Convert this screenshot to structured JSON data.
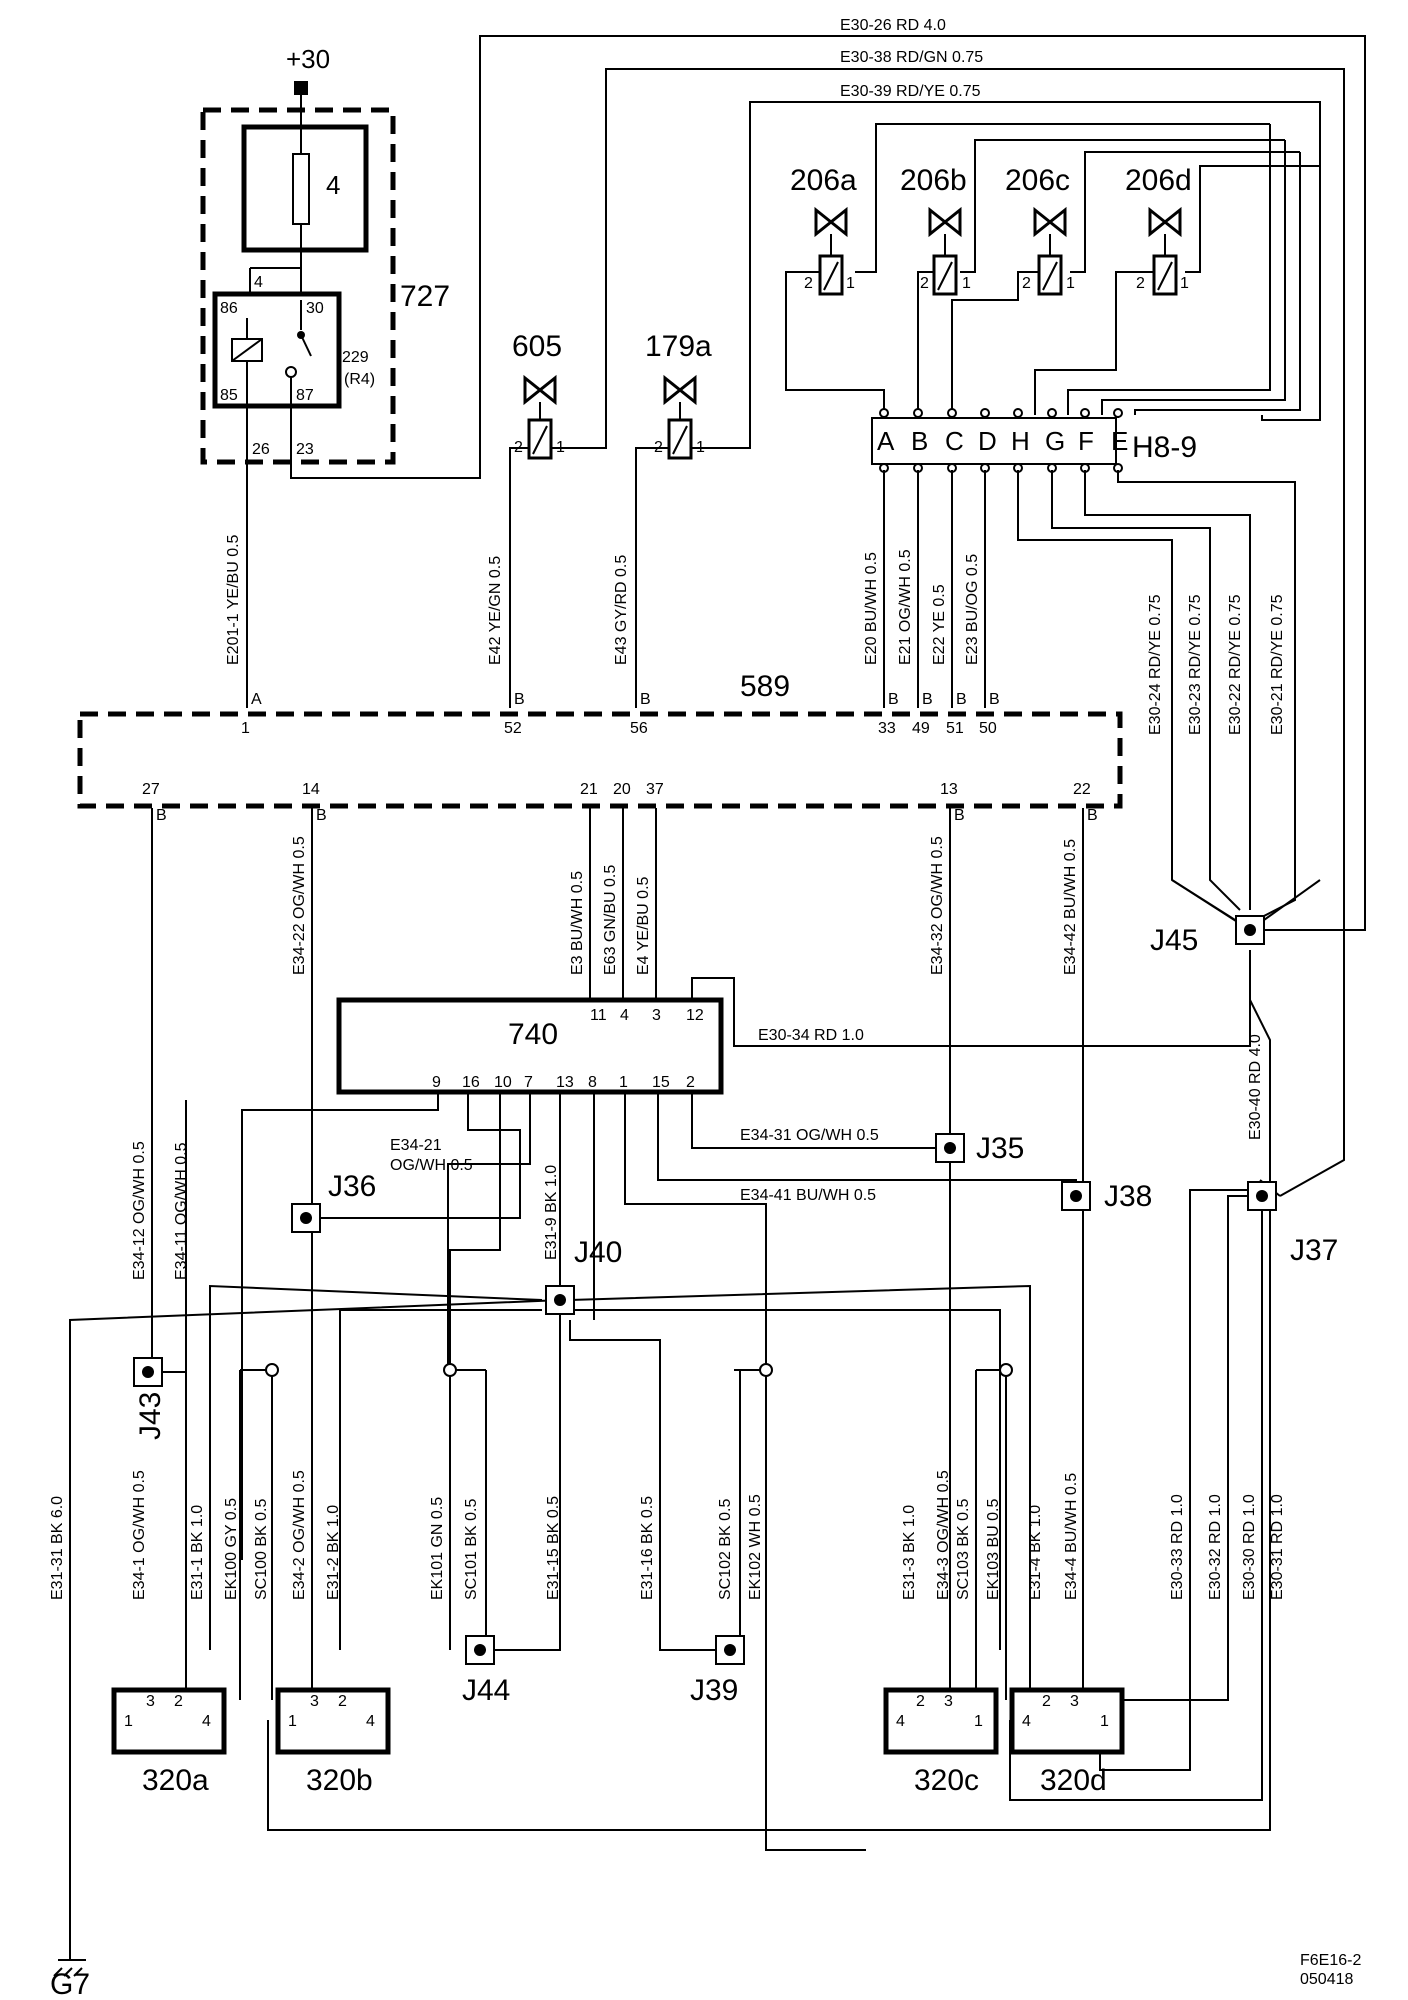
{
  "supply": {
    "label": "+30"
  },
  "ground": {
    "label": "G7"
  },
  "relay_box": {
    "id": "727",
    "fuse": "4",
    "relay": "229",
    "relay_ref": "(R4)",
    "pins": {
      "p4": "4",
      "p86": "86",
      "p30": "30",
      "p85": "85",
      "p87": "87",
      "p26": "26",
      "p23": "23"
    }
  },
  "valves_top": [
    "206a",
    "206b",
    "206c",
    "206d"
  ],
  "valve_605": "605",
  "valve_179a": "179a",
  "valve_pin1": "1",
  "valve_pin2": "2",
  "connector_h89": {
    "label": "H8-9",
    "pins": [
      "A",
      "B",
      "C",
      "D",
      "H",
      "G",
      "F",
      "E"
    ]
  },
  "ecu589": {
    "label": "589",
    "top_pins": [
      {
        "n": "1",
        "c": "A"
      },
      {
        "n": "52",
        "c": "B"
      },
      {
        "n": "56",
        "c": "B"
      },
      {
        "n": "33",
        "c": "B"
      },
      {
        "n": "49",
        "c": "B"
      },
      {
        "n": "51",
        "c": "B"
      },
      {
        "n": "50",
        "c": "B"
      }
    ],
    "bottom_pins": [
      {
        "n": "27",
        "c": "B"
      },
      {
        "n": "14",
        "c": "B"
      },
      {
        "n": "21",
        "c": ""
      },
      {
        "n": "20",
        "c": ""
      },
      {
        "n": "37",
        "c": ""
      },
      {
        "n": "13",
        "c": "B"
      },
      {
        "n": "22",
        "c": "B"
      }
    ]
  },
  "ecu740": {
    "label": "740",
    "top_pins": [
      "11",
      "4",
      "3",
      "12"
    ],
    "bottom_pins": [
      "9",
      "16",
      "10",
      "7",
      "13",
      "8",
      "1",
      "15",
      "2"
    ]
  },
  "top_wires": [
    "E30-26  RD  4.0",
    "E30-38  RD/GN  0.75",
    "E30-39  RD/YE  0.75"
  ],
  "vertical_wires_upper": [
    "E201-1  YE/BU  0.5",
    "E42  YE/GN  0.5",
    "E43  GY/RD  0.5",
    "E20  BU/WH  0.5",
    "E21  OG/WH  0.5",
    "E22  YE  0.5",
    "E23  BU/OG  0.5",
    "E30-24  RD/YE  0.75",
    "E30-23  RD/YE  0.75",
    "E30-22  RD/YE  0.75",
    "E30-21  RD/YE  0.75"
  ],
  "vertical_wires_mid": [
    "E34-22  OG/WH  0.5",
    "E3  BU/WH  0.5",
    "E63  GN/BU  0.5",
    "E4  YE/BU  0.5",
    "E34-32  OG/WH  0.5",
    "E34-42  BU/WH  0.5",
    "E30-40  RD  4.0",
    "E34-12  OG/WH  0.5",
    "E34-11  OG/WH  0.5",
    "E31-9  BK  1.0"
  ],
  "horizontal_wires": {
    "e3034": "E30-34  RD  1.0",
    "e3431": "E34-31  OG/WH  0.5",
    "e3441": "E34-41  BU/WH  0.5",
    "e3421a": "E34-21",
    "e3421b": "OG/WH  0.5"
  },
  "vertical_wires_lower": [
    "E31-31  BK  6.0",
    "E34-1  OG/WH  0.5",
    "E31-1  BK  1.0",
    "EK100  GY  0.5",
    "SC100  BK  0.5",
    "E34-2  OG/WH  0.5",
    "E31-2  BK  1.0",
    "EK101  GN  0.5",
    "SC101  BK  0.5",
    "E31-15  BK  0.5",
    "E31-16  BK  0.5",
    "SC102  BK  0.5",
    "EK102  WH  0.5",
    "E31-3  BK  1.0",
    "E34-3  OG/WH  0.5",
    "SC103  BK  0.5",
    "EK103  BU  0.5",
    "E31-4  BK  1.0",
    "E34-4  BU/WH  0.5",
    "E30-33  RD  1.0",
    "E30-32  RD  1.0",
    "E30-30  RD  1.0",
    "E30-31  RD  1.0"
  ],
  "junctions": [
    "J35",
    "J36",
    "J37",
    "J38",
    "J39",
    "J40",
    "J43",
    "J44",
    "J45"
  ],
  "sensors": [
    {
      "label": "320a",
      "pins": [
        "1",
        "2",
        "3",
        "4"
      ]
    },
    {
      "label": "320b",
      "pins": [
        "1",
        "2",
        "3",
        "4"
      ]
    },
    {
      "label": "320c",
      "pins": [
        "1",
        "2",
        "3",
        "4"
      ]
    },
    {
      "label": "320d",
      "pins": [
        "1",
        "2",
        "3",
        "4"
      ]
    }
  ],
  "drawing_ref": [
    "F6E16-2",
    "050418"
  ]
}
